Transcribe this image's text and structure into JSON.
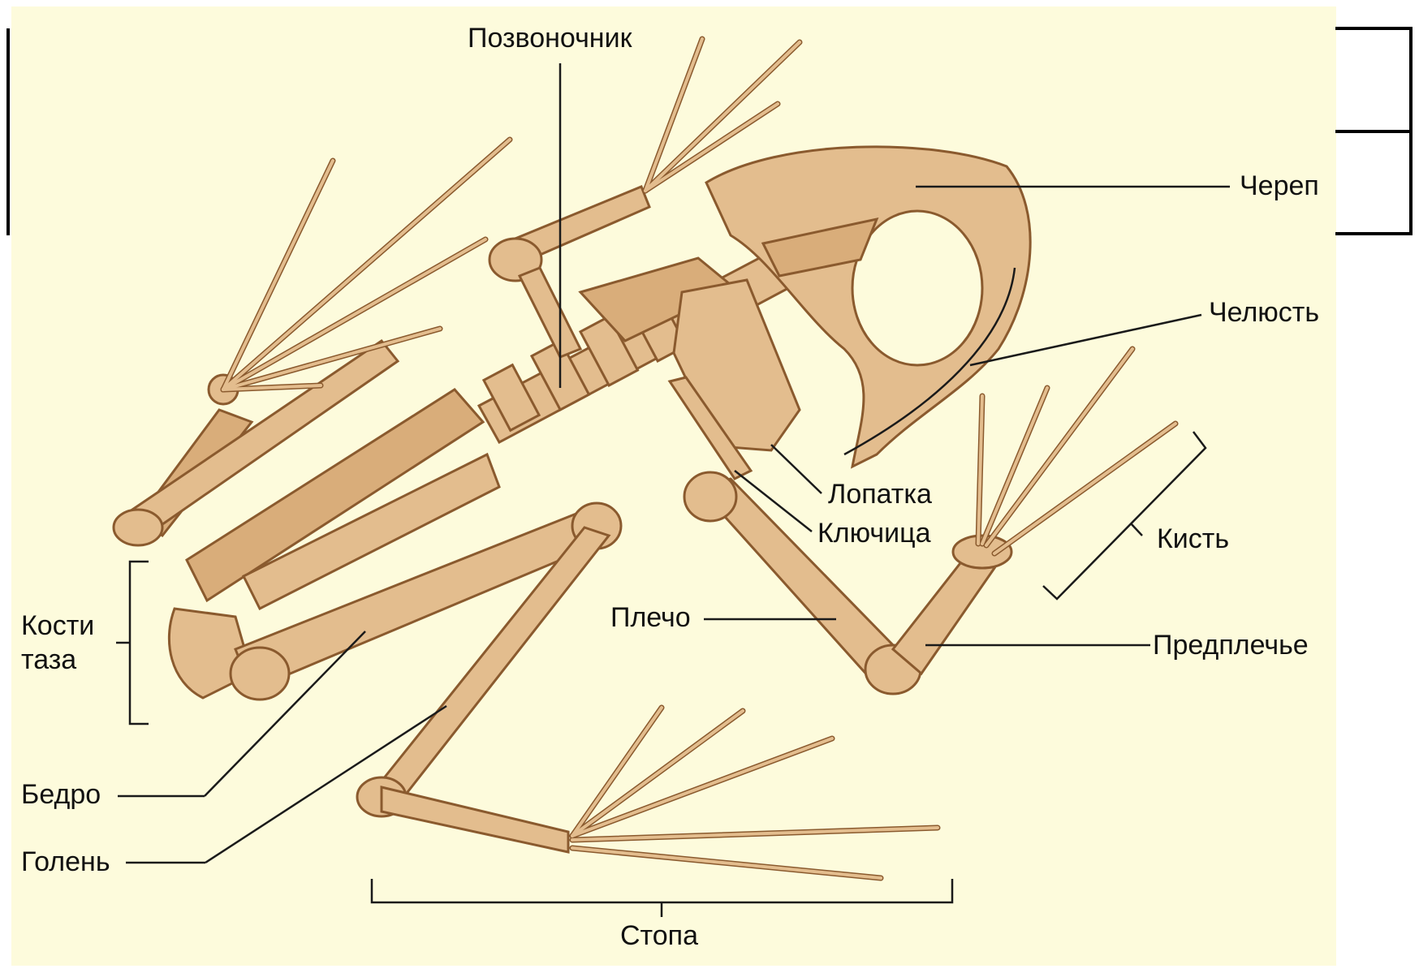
{
  "colors": {
    "panel": "#fdfbdc",
    "bone": "#e3bd8e",
    "bone_outline": "#8a5a2e",
    "leader": "#1a1a1a",
    "frame": "#000000"
  },
  "labels": {
    "spine": "Позвоночник",
    "skull": "Череп",
    "jaw": "Челюсть",
    "scapula": "Лопатка",
    "clavicle": "Ключица",
    "hand": "Кисть",
    "shoulder": "Плечо",
    "forearm": "Предплечье",
    "pelvis_1": "Кости",
    "pelvis_2": "таза",
    "femur": "Бедро",
    "shin": "Голень",
    "foot": "Стопа"
  }
}
